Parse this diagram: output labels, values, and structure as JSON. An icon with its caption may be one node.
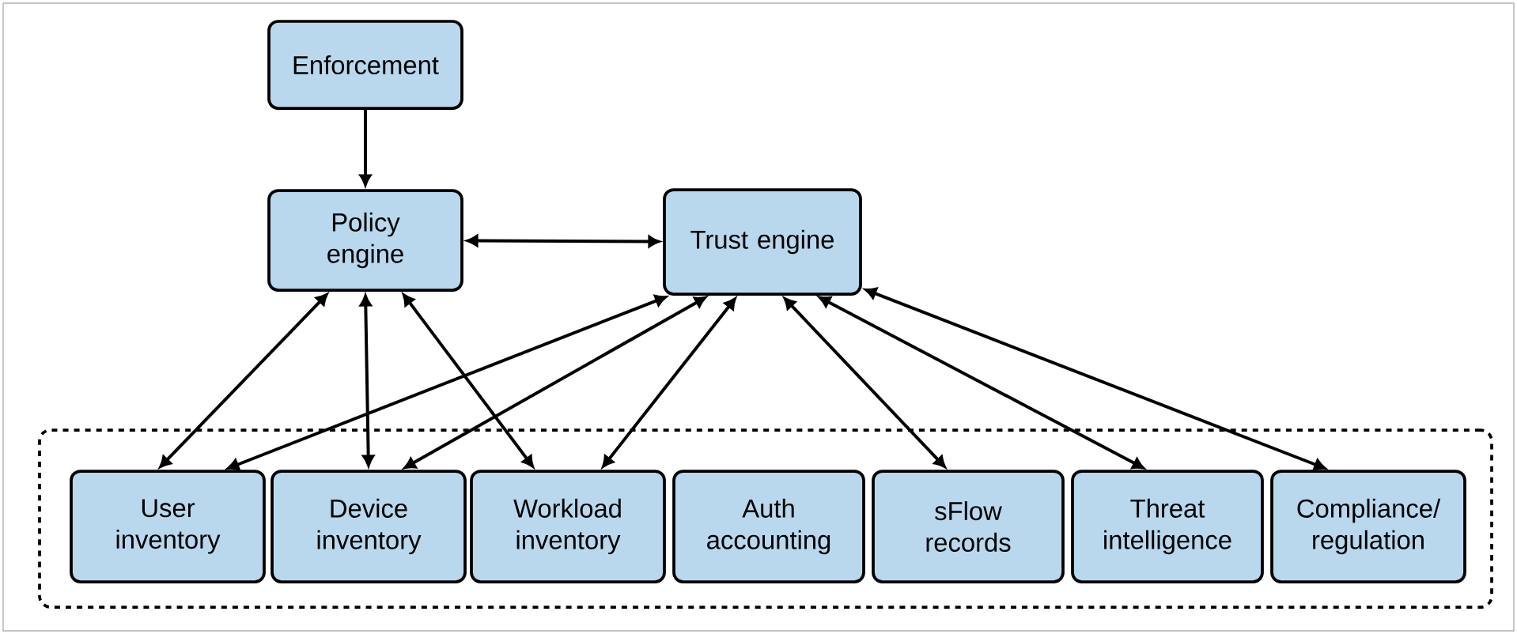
{
  "diagram": {
    "nodes": [
      {
        "text": [
          "Enforcement"
        ]
      },
      {
        "text": [
          "Policy engine"
        ]
      },
      {
        "text": [
          "Trust engine"
        ]
      },
      {
        "text": [],
        "shape": "box"
      },
      {
        "text": [
          "User inventory"
        ],
        "in": 3
      },
      {
        "text": [
          "Device inventory"
        ],
        "in": 3
      },
      {
        "text": [
          "Workload inventory"
        ],
        "in": 3
      },
      {
        "text": [
          "Auth accounting"
        ],
        "in": 3
      },
      {
        "text": [
          "sFlow records"
        ],
        "in": 3
      },
      {
        "text": [
          "Threat intelligence"
        ],
        "in": 3
      },
      {
        "text": [
          "Compliance/regulation"
        ],
        "in": 3
      }
    ],
    "edges": [
      {
        "from": 0,
        "to": 1,
        "arrow": "to"
      },
      {
        "from": 1,
        "to": 2,
        "arrow": "both"
      },
      {
        "from": 1,
        "to": 4,
        "arrow": "both"
      },
      {
        "from": 1,
        "to": 5,
        "arrow": "both"
      },
      {
        "from": 1,
        "to": 6,
        "arrow": "both"
      },
      {
        "from": 2,
        "to": 4,
        "arrow": "both"
      },
      {
        "from": 2,
        "to": 5,
        "arrow": "both"
      },
      {
        "from": 2,
        "to": 6,
        "arrow": "both"
      },
      {
        "from": 2,
        "to": 8,
        "arrow": "both"
      },
      {
        "from": 2,
        "to": 9,
        "arrow": "both"
      },
      {
        "from": 2,
        "to": 10,
        "arrow": "both"
      }
    ]
  }
}
